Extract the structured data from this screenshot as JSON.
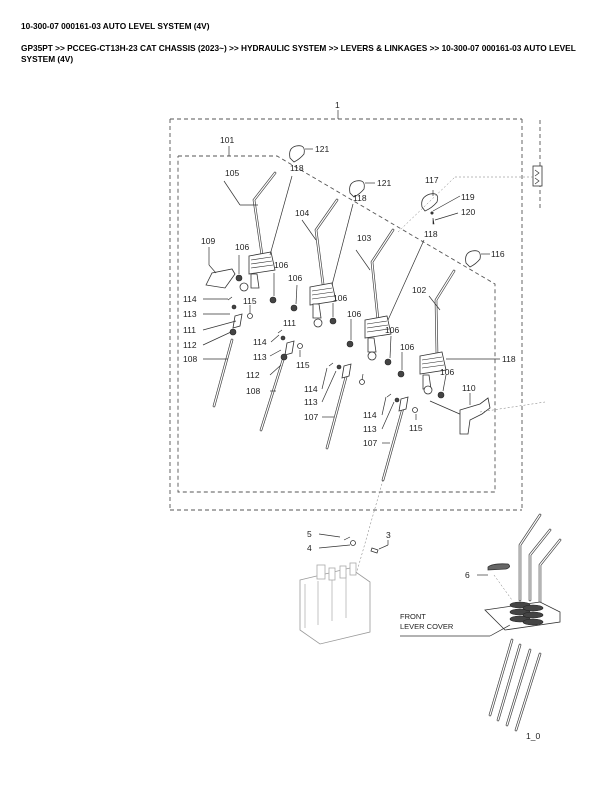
{
  "header": {
    "title": "10-300-07 000161-03 AUTO LEVEL SYSTEM (4V)",
    "breadcrumb": "GP35PT >> PCCEG-CT13H-23 CAT CHASSIS (2023~) >> HYDRAULIC SYSTEM >> LEVERS & LINKAGES >> 10-300-07 000161-03 AUTO LEVEL SYSTEM (4V)"
  },
  "diagram": {
    "callouts": {
      "c1": "1",
      "c101": "101",
      "c121a": "121",
      "c118a": "118",
      "c105": "105",
      "c121b": "121",
      "c118b": "118",
      "c104": "104",
      "c117": "117",
      "c119": "119",
      "c120": "120",
      "c109": "109",
      "c106a": "106",
      "c103": "103",
      "c118c": "118",
      "c116": "116",
      "c106b": "106",
      "c114a": "114",
      "c115a": "115",
      "c113a": "113",
      "c106c": "106",
      "c102": "102",
      "c111a": "111",
      "c111b": "111",
      "c106d": "106",
      "c112a": "112",
      "c114b": "114",
      "c106e": "106",
      "c108a": "108",
      "c113b": "113",
      "c115b": "115",
      "c106f": "106",
      "c118d": "118",
      "c112b": "112",
      "c106g": "106",
      "c114c": "114",
      "c108b": "108",
      "c113c": "113",
      "c110": "110",
      "c107a": "107",
      "c114d": "114",
      "c113d": "113",
      "c115c": "115",
      "c107b": "107",
      "c5": "5",
      "c3": "3",
      "c4": "4",
      "c6": "6"
    },
    "note_front": "FRONT",
    "note_lever_cover": "LEVER COVER",
    "figure_id": "1_0"
  }
}
